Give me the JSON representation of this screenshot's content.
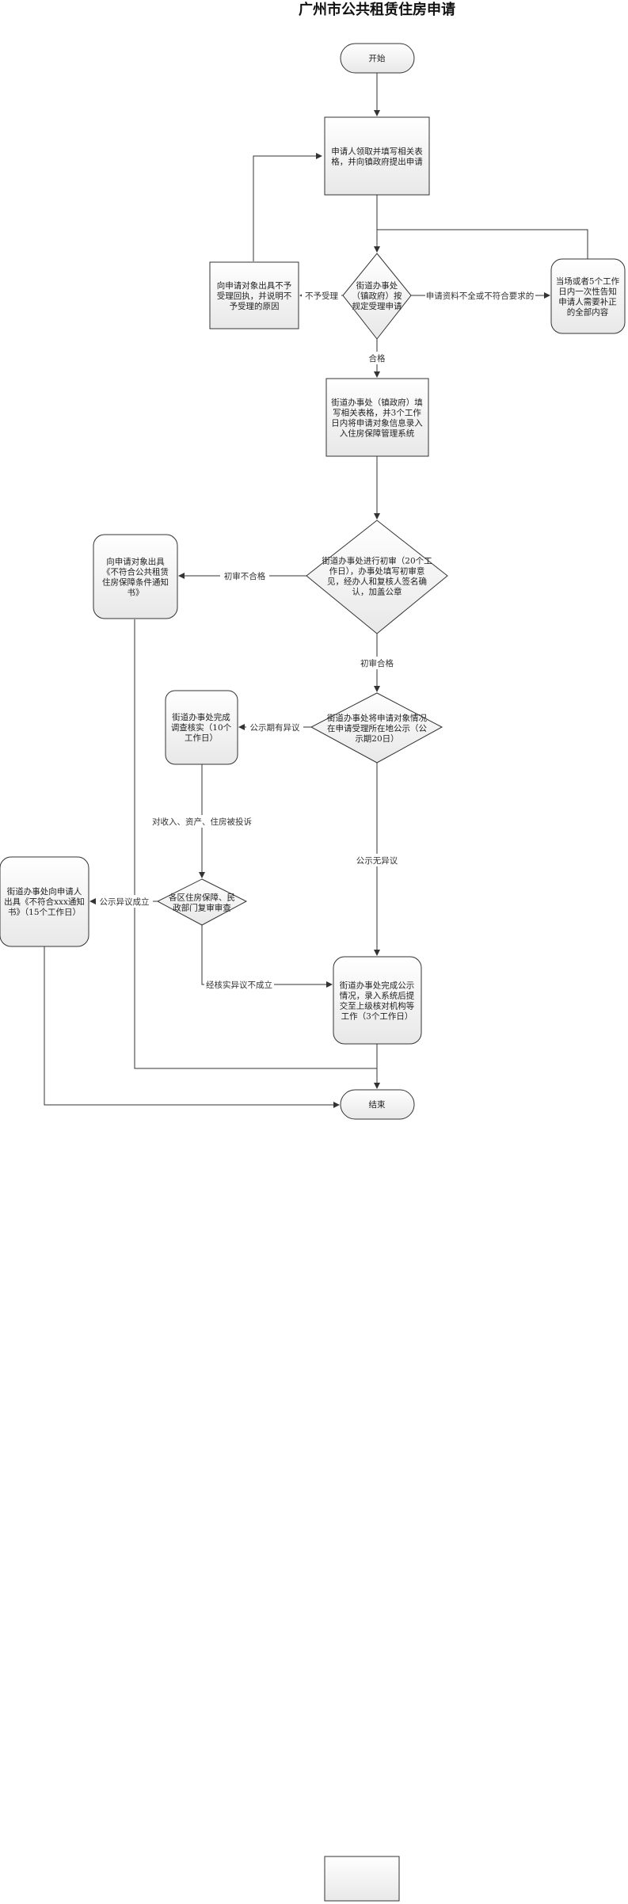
{
  "title": "广州市公共租赁住房申请",
  "nodes": {
    "start": [
      "开始"
    ],
    "n1": [
      "申请人领取并填写相关表",
      "格，并向镇政府提出申请"
    ],
    "d1": [
      "街道办事处",
      "（镇政府）按",
      "规定受理申请"
    ],
    "rej1": [
      "向申请对象出具不予",
      "受理回执，并说明不",
      "予受理的原因"
    ],
    "supp": [
      "当场或者5个工作",
      "日内一次性告知",
      "申请人需要补正",
      "的全部内容"
    ],
    "n2": [
      "街道办事处（镇政府）填",
      "写相关表格，并3个工作",
      "日内将申请对象信息录入",
      "入住房保障管理系统"
    ],
    "d2": [
      "街道办事处进行初审（20个工",
      "作日），办事处填写初审意",
      "见，经办人和复核人签名确",
      "认，加盖公章"
    ],
    "rej2": [
      "向申请对象出具",
      "《不符合公共租赁",
      "住房保障条件通知",
      "书》"
    ],
    "d3": [
      "街道办事处将申请对象情况",
      "在申请受理所在地公示（公",
      "示期20日）"
    ],
    "inv": [
      "街道办事处完成",
      "调查核实（10个",
      "工作日）"
    ],
    "d4": [
      "各区住房保障、民",
      "政部门复审审查"
    ],
    "rej3": [
      "街道办事处向申请人",
      "出具《不符合xxx通知",
      "书》（15个工作日）"
    ],
    "n3": [
      "街道办事处完成公示",
      "情况，录入系统后提",
      "交至上级核对机构等",
      "工作（3个工作日）"
    ],
    "end": [
      "结束"
    ]
  },
  "edge_labels": {
    "no_accept": "不予受理",
    "incomplete": "申请资料不全或不符合要求的",
    "qualified": "合格",
    "prelim_fail": "初审不合格",
    "prelim_pass": "初审合格",
    "objection": "公示期有异议",
    "complaint": "对收入、资产、住房被投诉",
    "no_objection": "公示无异议",
    "objection_upheld": "公示异议成立",
    "objection_rejected": "经核实异议不成立"
  }
}
